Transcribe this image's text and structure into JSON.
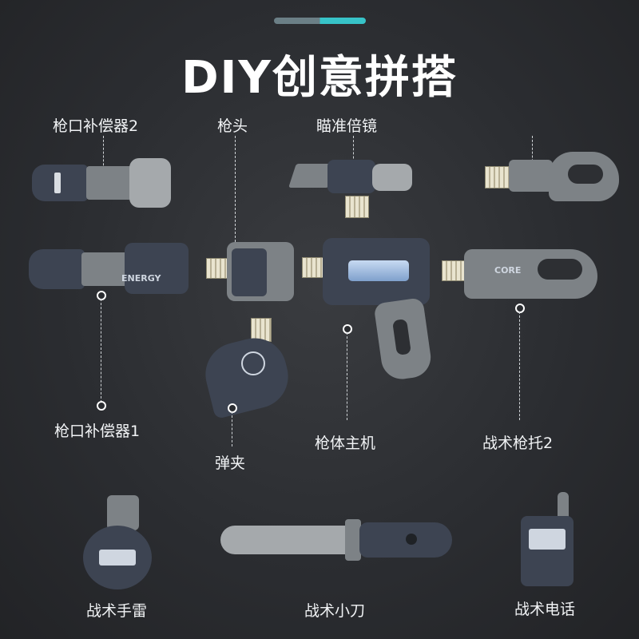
{
  "title": "DIY创意拼搭",
  "parts": {
    "muzzle2": "枪口补偿器2",
    "gun_head": "枪头",
    "scope": "瞄准倍镜",
    "muzzle1": "枪口补偿器1",
    "magazine": "弹夹",
    "body": "枪体主机",
    "stock2": "战术枪托2",
    "grenade": "战术手雷",
    "knife": "战术小刀",
    "radio": "战术电话"
  },
  "engravings": {
    "energy": "ENERGY",
    "core": "CORE"
  },
  "colors": {
    "accent_teal": "#37c3c8",
    "dark_part": "#3d4452",
    "gray_part": "#7d8286"
  }
}
